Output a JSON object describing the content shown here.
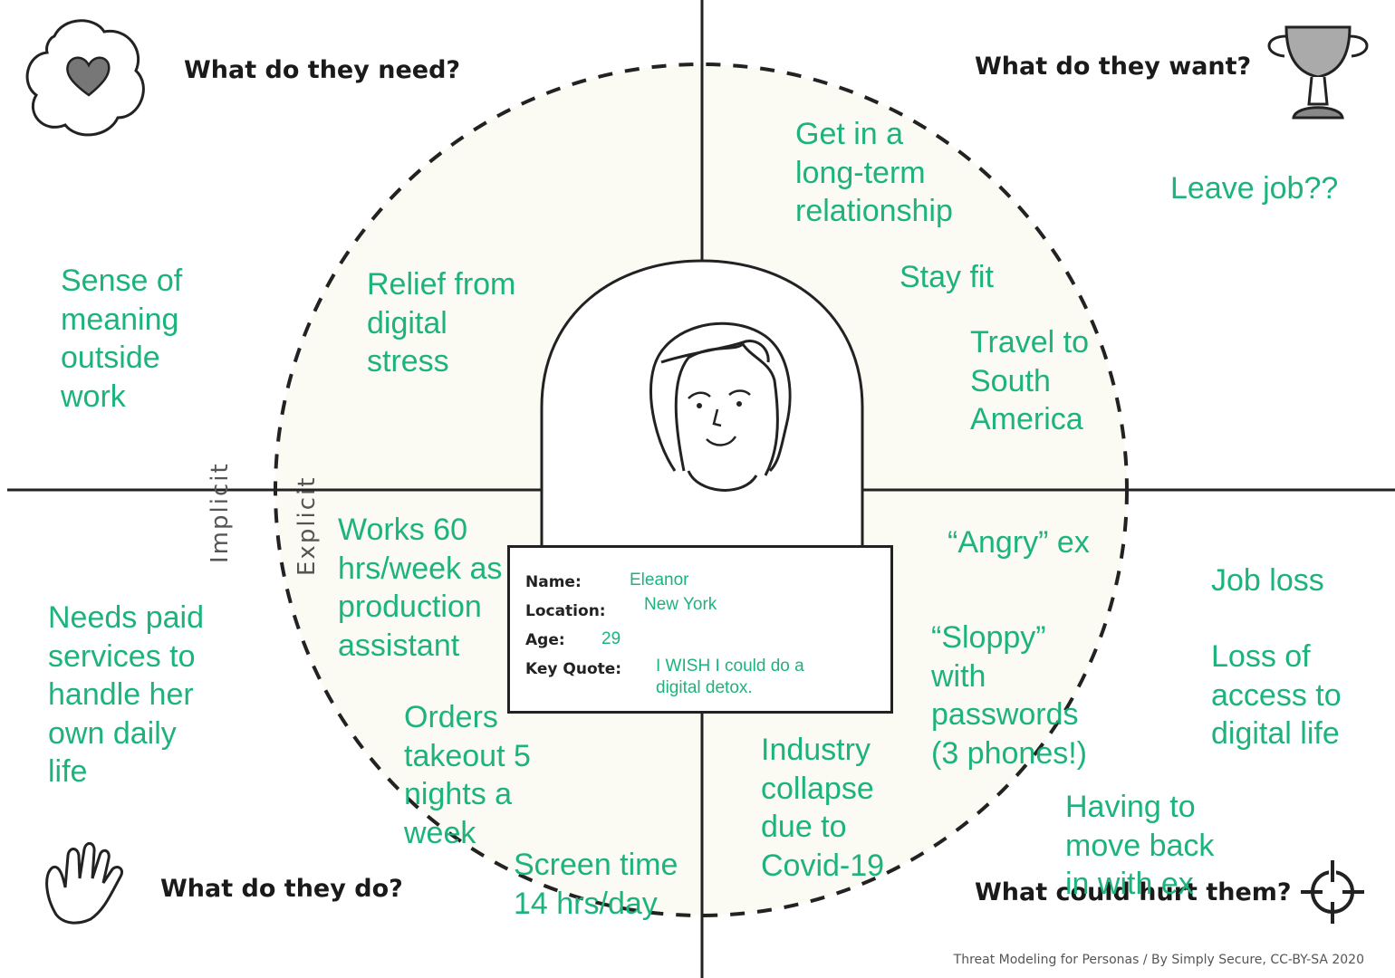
{
  "quadrants": {
    "need": {
      "title": "What do they need?",
      "icon": "heart-cloud-icon"
    },
    "want": {
      "title": "What do they want?",
      "icon": "trophy-icon"
    },
    "do": {
      "title": "What do they do?",
      "icon": "hand-icon"
    },
    "hurt": {
      "title": "What could hurt them?",
      "icon": "crosshair-icon"
    }
  },
  "axis_labels": {
    "implicit": "Implicit",
    "explicit": "Explicit"
  },
  "persona": {
    "avatar_icon": "woman-face-icon",
    "name_label": "Name:",
    "name": "Eleanor",
    "location_label": "Location:",
    "location": "New York",
    "age_label": "Age:",
    "age": "29",
    "quote_label": "Key Quote:",
    "quote": "I WISH I could do a\ndigital detox."
  },
  "notes": {
    "need_implicit": "Sense of\nmeaning\noutside\nwork",
    "need_explicit": "Relief from\ndigital\nstress",
    "want_relationship": "Get in a\nlong-term\nrelationship",
    "want_fit": "Stay fit",
    "want_travel": "Travel to\nSouth\nAmerica",
    "want_leave": "Leave job??",
    "do_works": "Works 60\nhrs/week as\nproduction\nassistant",
    "do_orders": "Orders\ntakeout 5\nnights a\nweek",
    "do_screen": "Screen time\n14 hrs/day",
    "do_implicit": "Needs paid\nservices to\nhandle her\nown daily\nlife",
    "hurt_angry": "“Angry” ex",
    "hurt_sloppy": "“Sloppy”\nwith\npasswords\n(3 phones!)",
    "hurt_industry": "Industry\ncollapse\ndue to\nCovid-19",
    "hurt_moveback": "Having to\nmove back\nin with ex",
    "hurt_jobloss": "Job loss",
    "hurt_access": "Loss of\naccess to\ndigital life"
  },
  "footer": "Threat Modeling for Personas / By Simply Secure, CC-BY-SA 2020",
  "colors": {
    "note_green": "#1db37c",
    "ink": "#1a1a1a",
    "fill": "#fbfbf3"
  }
}
